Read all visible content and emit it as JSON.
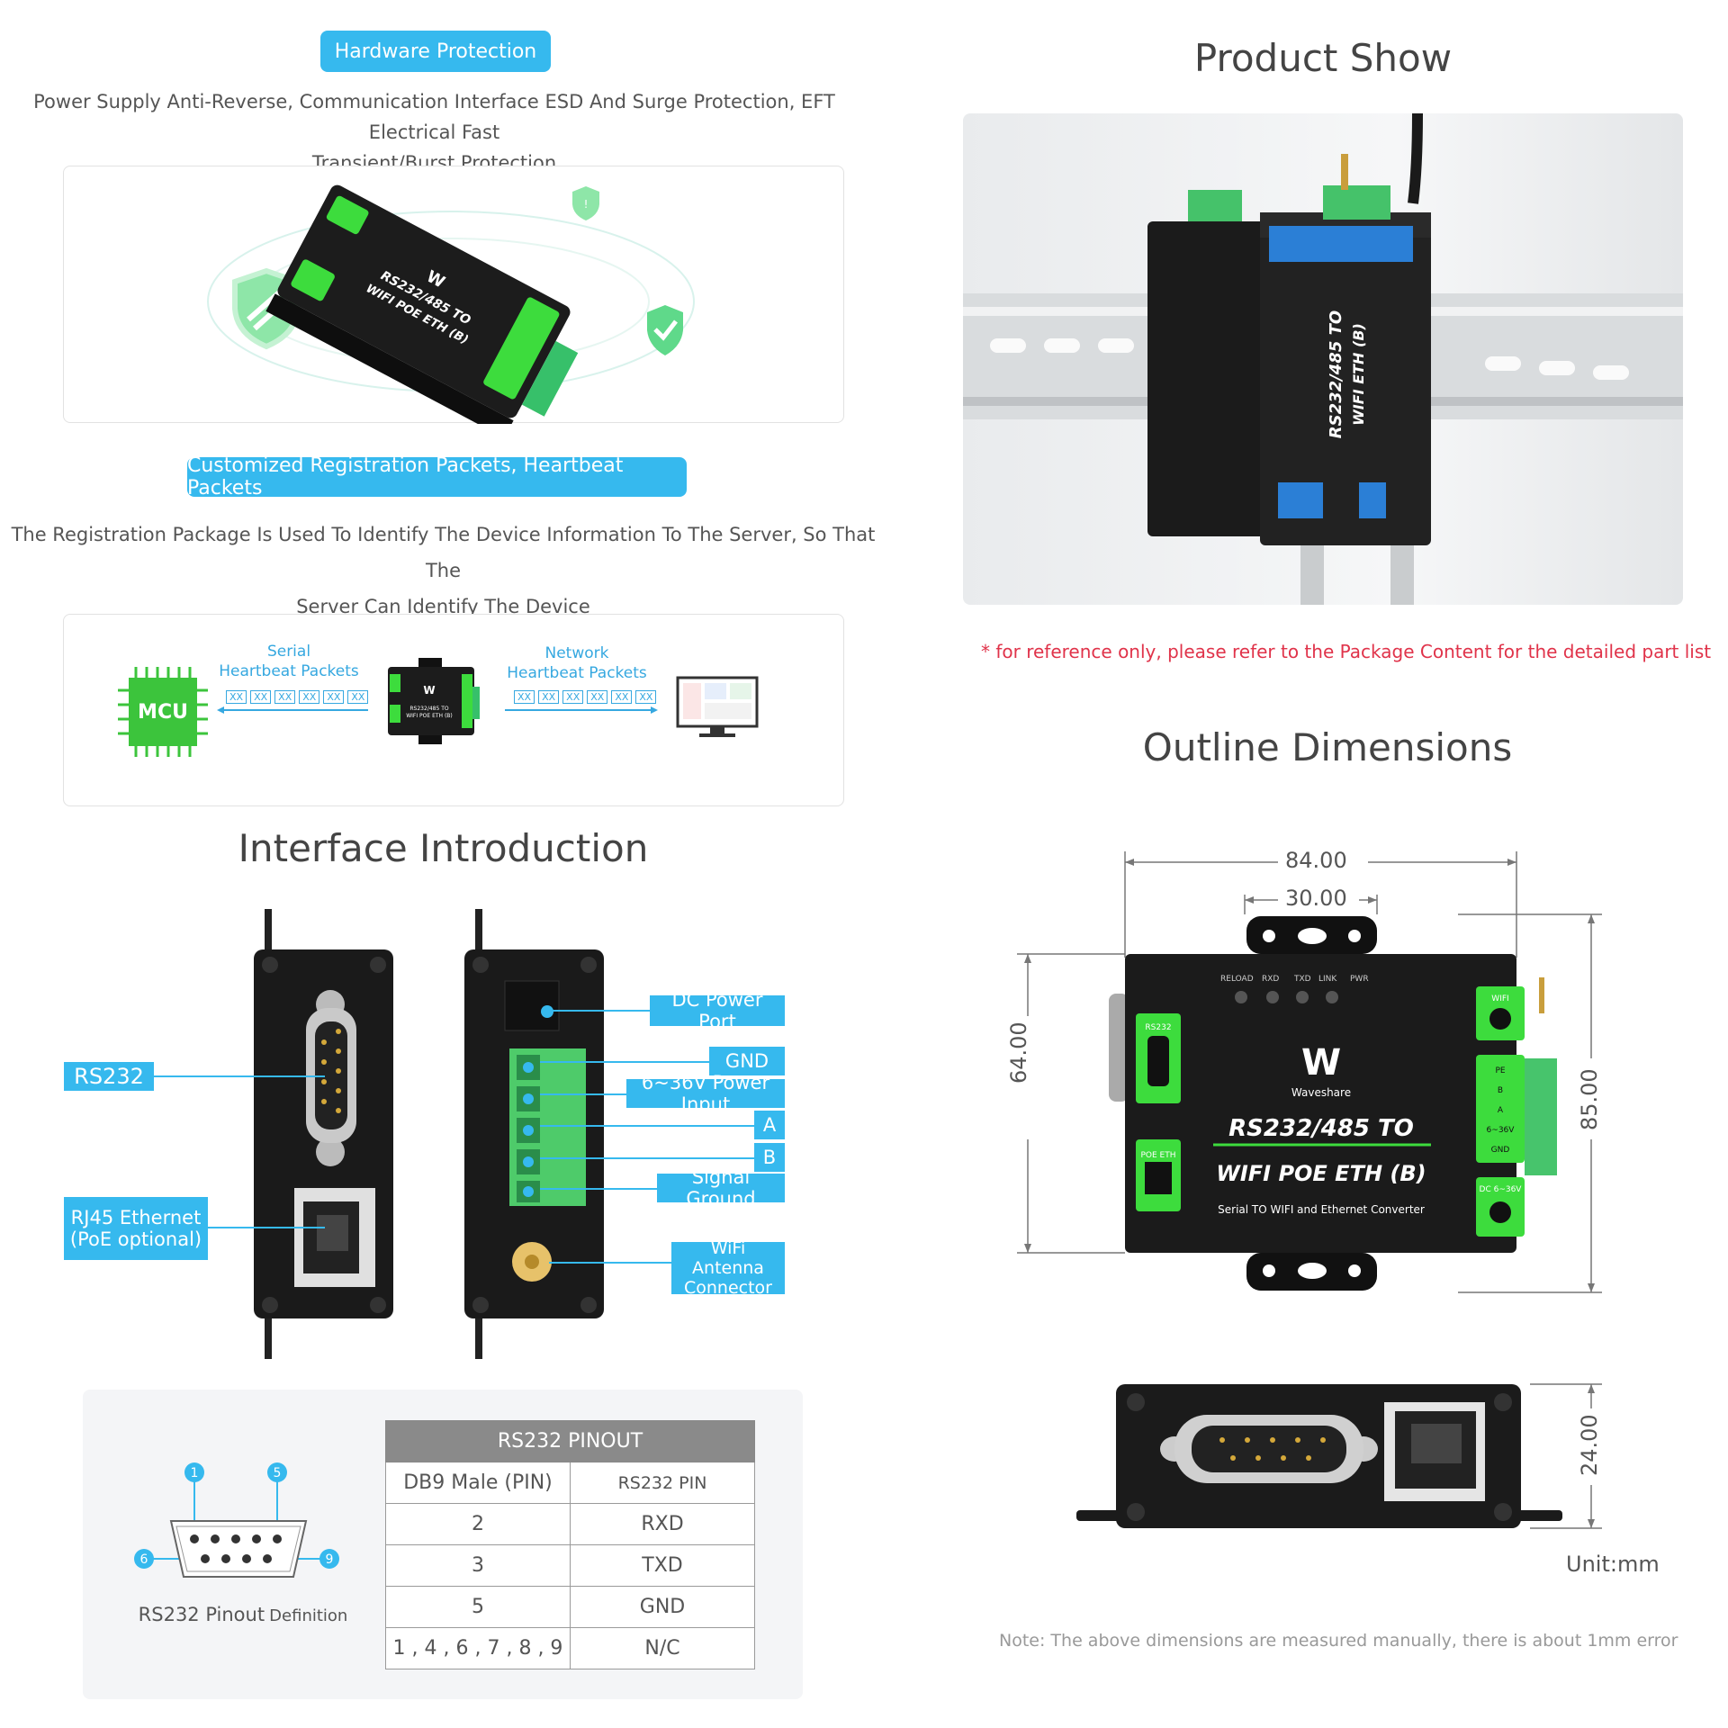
{
  "hardware": {
    "label": "Hardware Protection",
    "desc_line1": "Power Supply Anti-Reverse, Communication Interface ESD And Surge Protection, EFT Electrical Fast",
    "desc_line2": "Transient/Burst Protection"
  },
  "device": {
    "model_line1": "RS232/485 TO",
    "model_line2": "WIFI POE ETH (B)",
    "subtitle": "Serial TO WIFI and Ethernet Converter",
    "brand": "Waveshare",
    "leds": [
      "RELOAD",
      "RXD",
      "TXD",
      "LINK",
      "PWR"
    ]
  },
  "registration": {
    "label": "Customized Registration Packets, Heartbeat Packets",
    "desc_line1": "The Registration Package Is Used To Identify The Device Information To The Server, So That The",
    "desc_line2": "Server Can  Identify The Device"
  },
  "heartbeat": {
    "mcu": "MCU",
    "serial_l1": "Serial",
    "serial_l2": "Heartbeat Packets",
    "network_l1": "Network",
    "network_l2": "Heartbeat Packets",
    "packet": "XX"
  },
  "interface": {
    "title": "Interface Introduction",
    "rs232": "RS232",
    "rj45_l1": "RJ45 Ethernet",
    "rj45_l2": "(PoE optional)",
    "dc_power": "DC Power Port",
    "gnd": "GND",
    "power_input": "6~36V Power Input",
    "a": "A",
    "b": "B",
    "signal_ground": "Signal Ground",
    "wifi_l1": "WiFi Antenna",
    "wifi_l2": "Connector"
  },
  "pinout": {
    "pin_top_left": "1",
    "pin_top_right": "5",
    "pin_left": "6",
    "pin_right": "9",
    "caption_a": "RS232 Pinout",
    "caption_b": "Definition",
    "table_title": "RS232 PINOUT",
    "col1": "DB9 Male (PIN)",
    "col2": "RS232 PIN",
    "rows": [
      {
        "pin": "2",
        "signal": "RXD"
      },
      {
        "pin": "3",
        "signal": "TXD"
      },
      {
        "pin": "5",
        "signal": "GND"
      },
      {
        "pin": "1 , 4 , 6 , 7 , 8 , 9",
        "signal": "N/C"
      }
    ]
  },
  "product": {
    "title": "Product Show",
    "note": "* for reference only, please refer to the Package Content for the detailed part list"
  },
  "outline": {
    "title": "Outline Dimensions",
    "w_total": "84.00",
    "w_mount": "30.00",
    "h_body": "64.00",
    "h_total": "85.00",
    "depth": "24.00",
    "unit": "Unit:mm",
    "note": "Note: The above dimensions are measured manually, there is about 1mm error",
    "side_labels": {
      "rs232": "RS232",
      "poe": "POE ETH",
      "wifi": "WIFI",
      "dc": "DC 6~36V"
    },
    "terminals": [
      "PE",
      "B",
      "A",
      "6~36V",
      "GND"
    ]
  },
  "colors": {
    "accent": "#36b9ee",
    "device_green": "#3ddc3d",
    "note_red": "#e0334a"
  }
}
